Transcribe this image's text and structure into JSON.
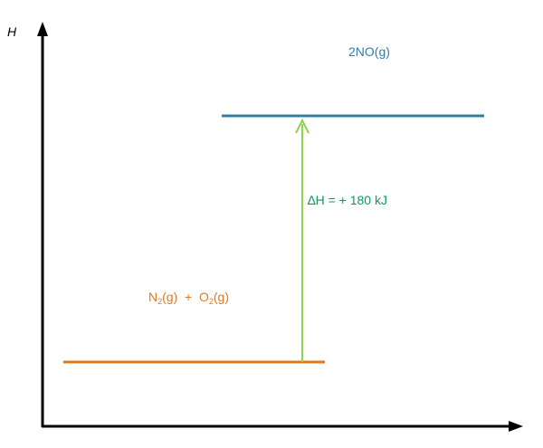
{
  "axes": {
    "y_label": "H"
  },
  "products": {
    "label": "2NO(g)",
    "color": "#2e7fa6"
  },
  "reactants": {
    "label_parts": [
      "N",
      "2",
      "(g)  +  O",
      "2",
      "(g)"
    ],
    "color": "#e07820"
  },
  "enthalpy_change": {
    "label": "∆H = + 180 kJ",
    "arrow_color": "#92d050",
    "text_color": "#0f9a55"
  }
}
